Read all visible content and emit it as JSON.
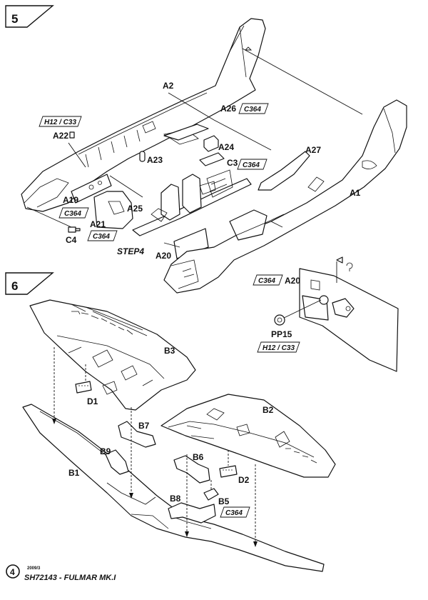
{
  "steps": [
    {
      "number": "5"
    },
    {
      "number": "6"
    }
  ],
  "step_note": "STEP4",
  "labels": {
    "A2": "A2",
    "A26": "A26",
    "A26_code": "C364",
    "H12_C33_top": "H12 / C33",
    "A22": "A22",
    "A23": "A23",
    "A24": "A24",
    "C3": "C3",
    "C3_code": "C364",
    "A27": "A27",
    "A1": "A1",
    "A19": "A19",
    "A19_code": "C364",
    "A25": "A25",
    "A21": "A21",
    "A21_code": "C364",
    "C4": "C4",
    "A20": "A20",
    "A20_panel_code": "C364",
    "A20_panel": "A20",
    "PP15": "PP15",
    "PP15_code": "H12 / C33",
    "B3": "B3",
    "D1": "D1",
    "B2": "B2",
    "B7": "B7",
    "B9": "B9",
    "B6": "B6",
    "B1": "B1",
    "D2": "D2",
    "B8": "B8",
    "B5": "B5",
    "B5_code": "C364"
  },
  "footer": {
    "page_number": "4",
    "date": "2009/3",
    "title": "SH72143 - FULMAR MK.I"
  }
}
